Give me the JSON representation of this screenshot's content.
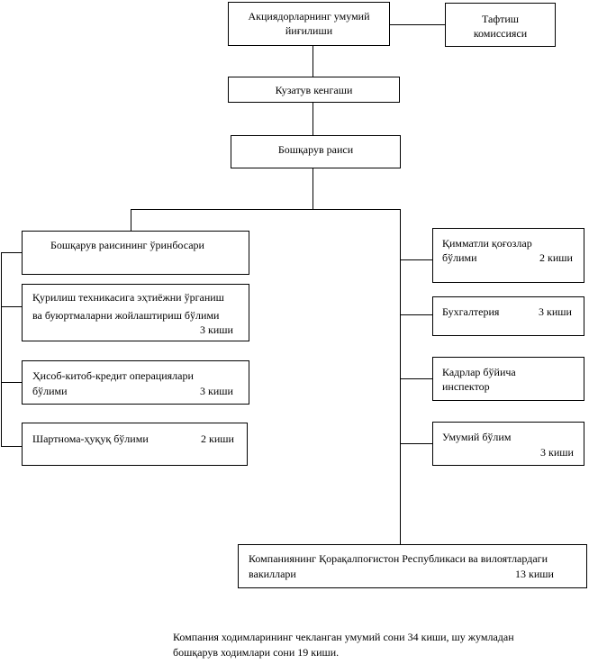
{
  "org": {
    "shareholders_l1": "Акциядорларнинг умумий",
    "shareholders_l2": "йиғилиши",
    "audit_l1": "Тафтиш",
    "audit_l2": "комиссияси",
    "supervisory": "Кузатув кенгаши",
    "chairman": "Бошқарув раиси",
    "deputy": "Бошқарув раисининг ўринбосари",
    "construction_l1": "Қурилиш техникасига эҳтиёжни ўрганиш",
    "construction_l2": "ва буюртмаларни жойлаштириш бўлими",
    "construction_count": "3 киши",
    "accounting_ops_l1": "Ҳисоб-китоб-кредит операциялари",
    "accounting_ops_l2": "бўлими",
    "accounting_ops_count": "3 киши",
    "contract_legal": "Шартнома-ҳуқуқ бўлими",
    "contract_legal_count": "2 киши",
    "securities_l1": "Қимматли қоғозлар",
    "securities_l2": "бўлими",
    "securities_count": "2 киши",
    "bookkeeping": "Бухгалтерия",
    "bookkeeping_count": "3 киши",
    "hr_l1": "Кадрлар бўйича",
    "hr_l2": "инспектор",
    "general_dept": "Умумий бўлим",
    "general_dept_count": "3 киши",
    "regional_l1": "Компаниянинг Қорақалпоғистон Республикаси  ва вилоятлардаги",
    "regional_l2": "вакиллари",
    "regional_count": "13 киши"
  },
  "footnote": {
    "line1": "Компания ходимларининг чекланган умумий сони  34 киши, шу жумладан",
    "line2": "бошқарув ходимлари сони  19 киши."
  }
}
